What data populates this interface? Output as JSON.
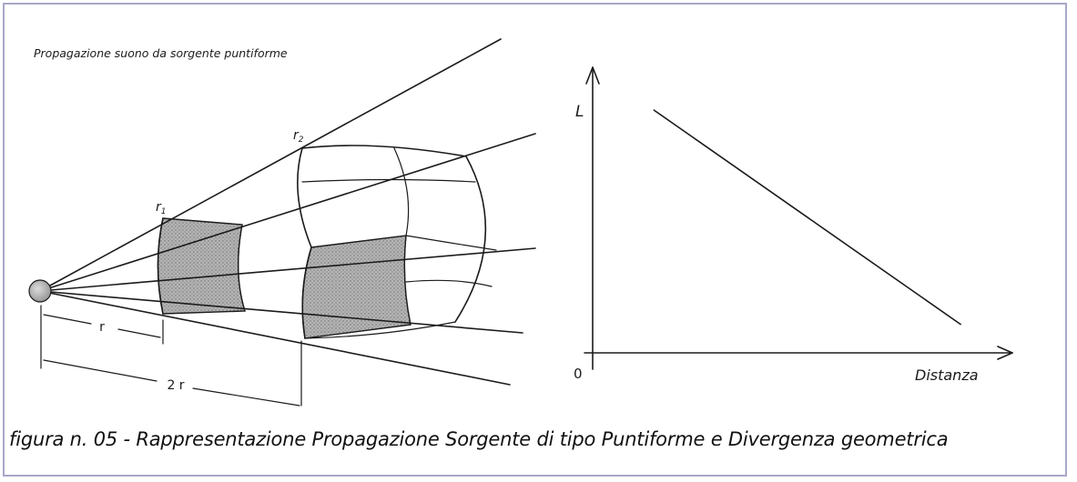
{
  "figure": {
    "title": "Propagazione suono da sorgente puntiforme",
    "caption": "figura n. 05 - Rappresentazione Propagazione Sorgente di tipo Puntiforme e Divergenza geometrica"
  },
  "diagram_left": {
    "label_r1": "r",
    "label_r1_sub": "1",
    "label_r2": "r",
    "label_r2_sub": "2",
    "dimension_r": "r",
    "dimension_2r": "2 r"
  },
  "chart_data": {
    "type": "line",
    "ylabel": "L",
    "xlabel": "Distanza",
    "origin_label": "0",
    "x_scale": "log",
    "series": [
      {
        "values": [
          [
            0.15,
            0.85
          ],
          [
            0.9,
            0.1
          ]
        ]
      }
    ]
  },
  "colors": {
    "frame": "#a7a7c9",
    "ink": "#1b1b1b",
    "shading": "#9a9a9a"
  }
}
